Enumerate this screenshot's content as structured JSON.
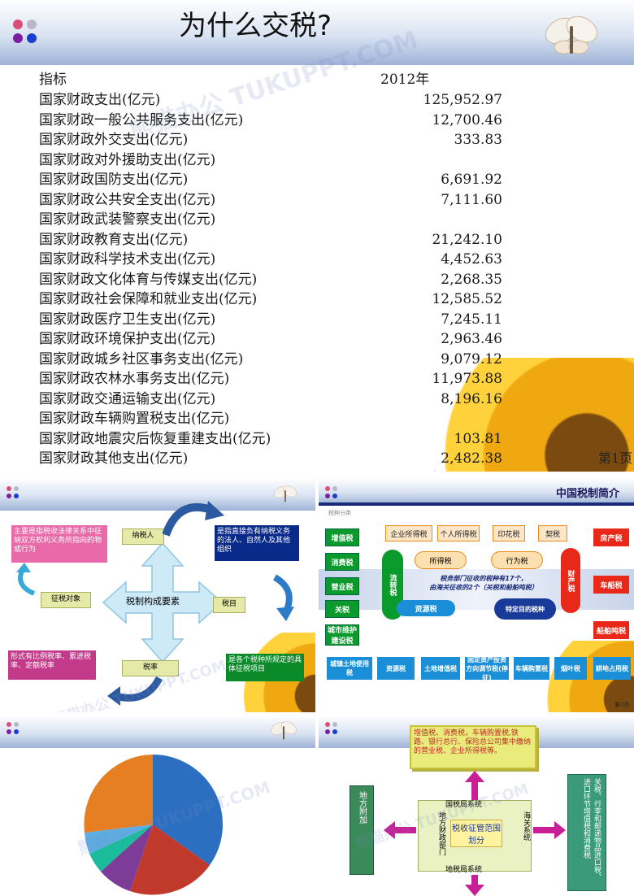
{
  "slide1": {
    "title": "为什么交税?",
    "header": {
      "label": "指标",
      "year": "2012年"
    },
    "rows": [
      {
        "label": "国家财政支出(亿元)",
        "value": "125,952.97"
      },
      {
        "label": "国家财政一般公共服务支出(亿元)",
        "value": "12,700.46"
      },
      {
        "label": "国家财政外交支出(亿元)",
        "value": "333.83"
      },
      {
        "label": "国家财政对外援助支出(亿元)",
        "value": ""
      },
      {
        "label": "国家财政国防支出(亿元)",
        "value": "6,691.92"
      },
      {
        "label": "国家财政公共安全支出(亿元)",
        "value": "7,111.60"
      },
      {
        "label": "国家财政武装警察支出(亿元)",
        "value": ""
      },
      {
        "label": "国家财政教育支出(亿元)",
        "value": "21,242.10"
      },
      {
        "label": "国家财政科学技术支出(亿元)",
        "value": "4,452.63"
      },
      {
        "label": "国家财政文化体育与传媒支出(亿元)",
        "value": "2,268.35"
      },
      {
        "label": "国家财政社会保障和就业支出(亿元)",
        "value": "12,585.52"
      },
      {
        "label": "国家财政医疗卫生支出(亿元)",
        "value": "7,245.11"
      },
      {
        "label": "国家财政环境保护支出(亿元)",
        "value": "2,963.46"
      },
      {
        "label": "国家财政城乡社区事务支出(亿元)",
        "value": "9,079.12"
      },
      {
        "label": "国家财政农林水事务支出(亿元)",
        "value": "11,973.88"
      },
      {
        "label": "国家财政交通运输支出(亿元)",
        "value": "8,196.16"
      },
      {
        "label": "国家财政车辆购置税支出(亿元)",
        "value": ""
      },
      {
        "label": "国家财政地震灾后恢复重建支出(亿元)",
        "value": "103.81"
      },
      {
        "label": "国家财政其他支出(亿元)",
        "value": "2,482.38"
      }
    ],
    "page": "第1页"
  },
  "slide2": {
    "center": "税制构成要素",
    "taxpayer": "纳税人",
    "object": "征税对象",
    "item": "税目",
    "rate": "税率",
    "desc_object": "主要是指税收法律关系中征纳双方权利义务所指向的物或行为",
    "desc_taxpayer": "是指直接负有纳税义务的法人、自然人及其他组织",
    "desc_rate": "形式有比例税率、累进税率、定额税率",
    "desc_item": "是各个税种所规定的具体征税项目"
  },
  "slide3": {
    "title": "中国税制简介",
    "subtitle": "税种分类",
    "left_taxes": [
      "增值税",
      "消费税",
      "营业税",
      "关税",
      "城市维护建设税"
    ],
    "flow_tax": "流转税",
    "income_tax": "所得税",
    "enterprise_income": "企业所得税",
    "personal_income": "个人所得税",
    "behavior_tax": "行为税",
    "stamp": "印花税",
    "deed": "契税",
    "property_tax": "财产税",
    "right_taxes": [
      "房产税",
      "车船税",
      "船舶吨税"
    ],
    "note_line1": "税务部门征收的税种有17个，",
    "note_line2": "由海关征收的2个（关税和船舶吨税）",
    "resource_tax": "资源税",
    "special_tax": "特定目的税种",
    "bottom_taxes": [
      "城镇土地使用税",
      "资源税",
      "土地增值税",
      "固定资产投资方向调节税(停征)",
      "车辆购置税",
      "烟叶税",
      "耕地占用税"
    ],
    "page": "第3页"
  },
  "slide5": {
    "top_note": "增值税、消费税，车辆购置税,铁路、银行总行、保险总公司集中缴纳的营业税、企业所得税等。",
    "local_add": "地方附加",
    "center": "税收征管范围划分",
    "national": "国税局系统",
    "local": "地税局系统",
    "local_finance": "地方财政部门",
    "customs": "海关系统",
    "right_note": "关税、行李和邮递物品进口税、进口环节增值税和消费税"
  },
  "watermark": "熊猫办公 TUKUPPT.COM",
  "colors": {
    "dot1": "#d94f7a",
    "dot2": "#b8b8c8",
    "dot3": "#7a1fa0",
    "dot4": "#1a3fd0",
    "pie1": "#2c6fc0",
    "pie2": "#c0392b",
    "pie3": "#7d3c98",
    "pie4": "#1abc9c",
    "pie5": "#5dade2",
    "pie6": "#e67e22"
  }
}
